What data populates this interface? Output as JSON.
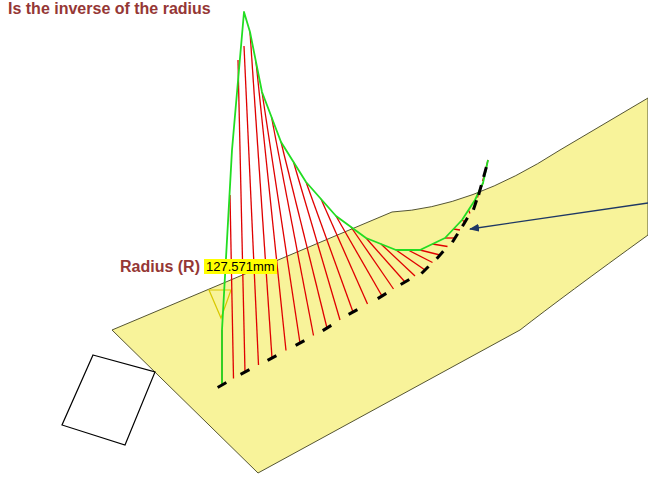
{
  "diagram": {
    "nodes": [
      {
        "text": [
          "127.571mm"
        ]
      }
    ],
    "labels": [
      "Is the inverse of the radius",
      "Radius (R)"
    ]
  }
}
